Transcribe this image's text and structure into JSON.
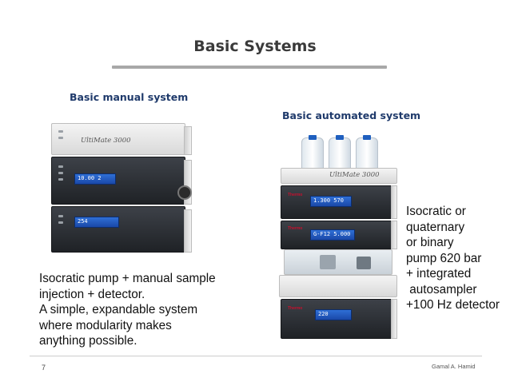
{
  "slide": {
    "title": "Basic Systems",
    "left_heading": "Basic manual system",
    "right_heading": "Basic automated system",
    "left_description": "Isocratic pump + manual sample\ninjection + detector.\nA simple, expandable system\nwhere modularity makes\nanything possible.",
    "right_description": "Isocratic or\nquaternary\nor binary\npump 620 bar\n+ integrated\n autosampler\n+100 Hz detector",
    "page_number": "7",
    "author": "Gamal A. Hamid"
  },
  "instruments": {
    "brand_label": "UltiMate 3000",
    "manual_pump_display": "10.00",
    "manual_pump_display_unit": "2",
    "manual_detector_display": "254",
    "auto_brand_logo": "Thermo",
    "auto_pump_display": "1.300",
    "auto_pump_display_2": "570",
    "auto_sampler_display": "G-F12",
    "auto_sampler_display_2": "5.000",
    "auto_detector_display": "220"
  },
  "colors": {
    "title_text": "#3a3a3a",
    "heading_text": "#1f3a6b",
    "lcd_blue": "#2f6fd6",
    "title_bar": "#a8a8a8"
  }
}
